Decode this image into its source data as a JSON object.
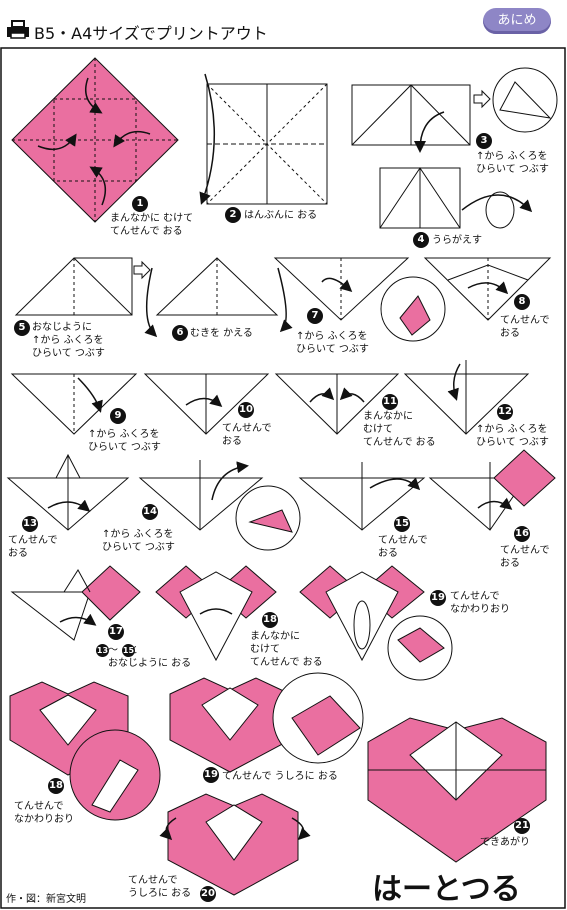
{
  "header": {
    "print_label": "B5・A4サイズでプリントアウト",
    "badge": "あにめ"
  },
  "steps": [
    {
      "num": "1",
      "text": "まんなかに むけて\nてんせんで おる"
    },
    {
      "num": "2",
      "text": "はんぶんに おる"
    },
    {
      "num": "3",
      "text": "↑から ふくろを\nひらいて つぶす"
    },
    {
      "num": "4",
      "text": "うらがえす"
    },
    {
      "num": "5",
      "text": "おなじように\n↑から ふくろを\nひらいて つぶす"
    },
    {
      "num": "6",
      "text": "むきを かえる"
    },
    {
      "num": "7",
      "text": "↑から ふくろを\nひらいて つぶす"
    },
    {
      "num": "8",
      "text": "てんせんで\nおる"
    },
    {
      "num": "9",
      "text": "↑から ふくろを\nひらいて つぶす"
    },
    {
      "num": "10",
      "text": "てんせんで\nおる"
    },
    {
      "num": "11",
      "text": "まんなかに\nむけて\nてんせんで おる"
    },
    {
      "num": "12",
      "text": "↑から ふくろを\nひらいて つぶす"
    },
    {
      "num": "13",
      "text": "てんせんで\nおる"
    },
    {
      "num": "14",
      "text": "↑から ふくろを\nひらいて つぶす"
    },
    {
      "num": "15",
      "text": "てんせんで\nおる"
    },
    {
      "num": "16",
      "text": "てんせんで\nおる"
    },
    {
      "num": "17",
      "text": "〜　と\nおなじように おる"
    },
    {
      "num": "18",
      "text": "まんなかに\nむけて\nてんせんで おる"
    },
    {
      "num": "19",
      "text": "てんせんで\nなかわりおり"
    },
    {
      "num": "18",
      "text": "てんせんで\nなかわりおり"
    },
    {
      "num": "19",
      "text": "てんせんで うしろに おる"
    },
    {
      "num": "20",
      "text": "てんせんで\nうしろに おる"
    },
    {
      "num": "21",
      "text": "できあがり"
    }
  ],
  "range_refs": {
    "from": "13",
    "to": "15"
  },
  "footer": {
    "credit": "作・図：新宮文明",
    "title": "はーとつる"
  },
  "colors": {
    "pink": "#ea6fa0",
    "pink_light": "#f4a9c8",
    "badge": "#8e86c6"
  }
}
